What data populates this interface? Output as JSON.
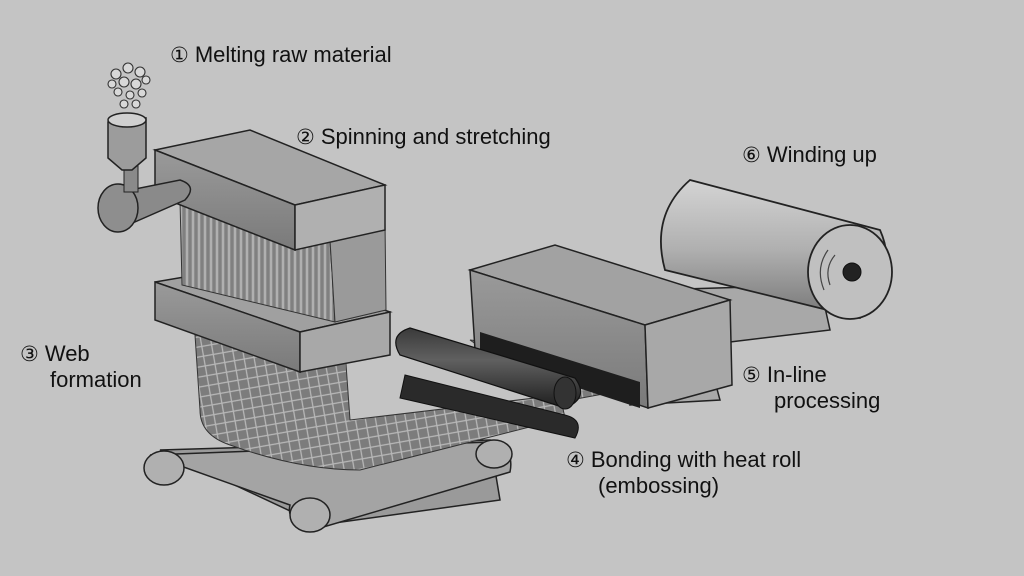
{
  "steps": [
    {
      "num": "①",
      "text": "Melting raw material"
    },
    {
      "num": "②",
      "text": "Spinning and stretching"
    },
    {
      "num": "③",
      "line1": "Web",
      "line2": "formation"
    },
    {
      "num": "④",
      "line1": "Bonding with heat roll",
      "line2": "(embossing)"
    },
    {
      "num": "⑤",
      "line1": "In-line",
      "line2": "processing"
    },
    {
      "num": "⑥",
      "text": "Winding up"
    }
  ]
}
